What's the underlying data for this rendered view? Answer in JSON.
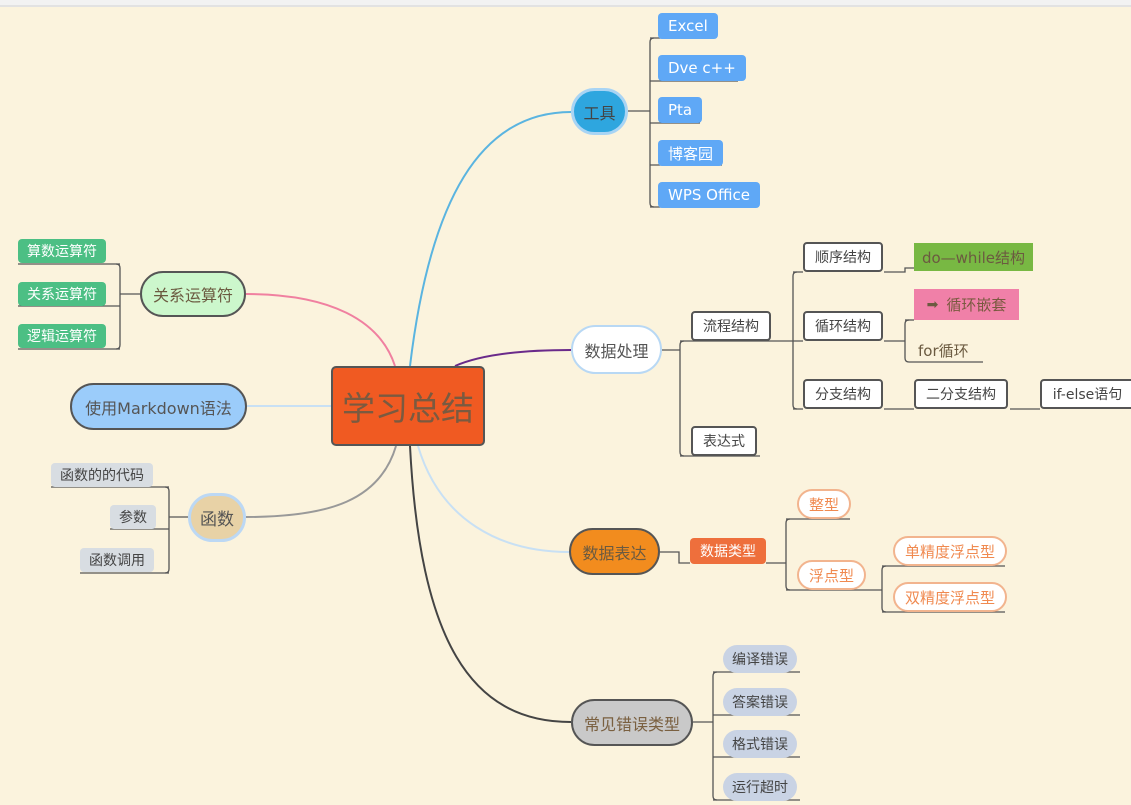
{
  "root": {
    "label": "学习总结"
  },
  "branches": {
    "tools": {
      "label": "工具",
      "items": [
        "Excel",
        "Dve c++",
        "Pta",
        "博客园",
        "WPS Office"
      ]
    },
    "data_processing": {
      "label": "数据处理",
      "flow": {
        "label": "流程结构",
        "sequence": {
          "label": "顺序结构",
          "child": "do—while结构"
        },
        "loop": {
          "label": "循环结构",
          "children": [
            "循环嵌套",
            "for循环"
          ]
        },
        "branch": {
          "label": "分支结构",
          "child": "二分支结构",
          "grandchild": "if-else语句"
        }
      },
      "expression": {
        "label": "表达式"
      }
    },
    "data_expression": {
      "label": "数据表达",
      "data_type": {
        "label": "数据类型"
      },
      "integer": {
        "label": "整型"
      },
      "float": {
        "label": "浮点型",
        "children": [
          "单精度浮点型",
          "双精度浮点型"
        ]
      }
    },
    "errors": {
      "label": "常见错误类型",
      "items": [
        "编译错误",
        "答案错误",
        "格式错误",
        "运行超时"
      ]
    },
    "relational_ops": {
      "label": "关系运算符",
      "items": [
        "算数运算符",
        "关系运算符",
        "逻辑运算符"
      ]
    },
    "markdown": {
      "label": "使用Markdown语法"
    },
    "functions": {
      "label": "函数",
      "items": [
        "函数的的代码",
        "参数",
        "函数调用"
      ]
    }
  },
  "icons": {
    "nest_marker": "arrow-right-icon"
  },
  "colors": {
    "background": "#fbf3dd",
    "root": "#f05a22",
    "tools_link": "#5ab4e0",
    "processing_link": "#6a2a8a",
    "expression_link": "#c8e0f4",
    "errors_link": "#444444",
    "relop_link": "#f080a0",
    "markdown_link": "#c8e0f4",
    "func_link": "#999999"
  }
}
